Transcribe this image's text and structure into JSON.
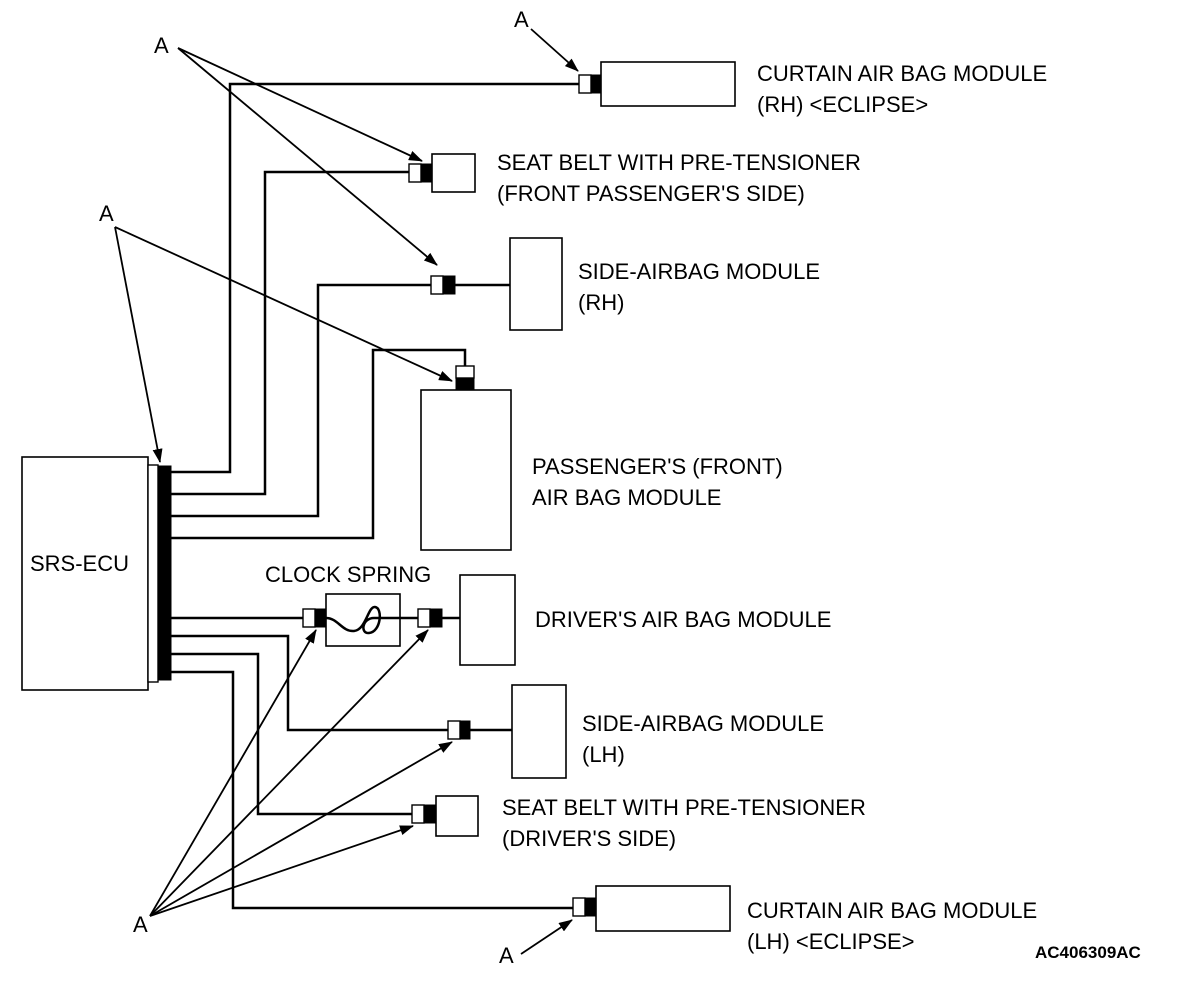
{
  "colors": {
    "line": "#000000",
    "background": "#ffffff"
  },
  "ecu": {
    "label": "SRS-ECU"
  },
  "clock_spring": {
    "label": "CLOCK SPRING"
  },
  "modules": {
    "curtain_rh": {
      "line1": "CURTAIN AIR BAG MODULE",
      "line2": "(RH) <ECLIPSE>"
    },
    "seat_belt_passenger": {
      "line1": "SEAT BELT WITH PRE-TENSIONER",
      "line2": "(FRONT PASSENGER'S SIDE)"
    },
    "side_airbag_rh": {
      "line1": "SIDE-AIRBAG MODULE",
      "line2": "(RH)"
    },
    "passenger_front": {
      "line1": "PASSENGER'S (FRONT)",
      "line2": "AIR BAG MODULE"
    },
    "driver_airbag": {
      "line1": "DRIVER'S AIR BAG MODULE"
    },
    "side_airbag_lh": {
      "line1": "SIDE-AIRBAG MODULE",
      "line2": "(LH)"
    },
    "seat_belt_driver": {
      "line1": "SEAT BELT WITH PRE-TENSIONER",
      "line2": "(DRIVER'S SIDE)"
    },
    "curtain_lh": {
      "line1": "CURTAIN AIR BAG MODULE",
      "line2": "(LH) <ECLIPSE>"
    }
  },
  "callouts": [
    "A",
    "A",
    "A",
    "A",
    "A"
  ],
  "figure_code": "AC406309AC"
}
